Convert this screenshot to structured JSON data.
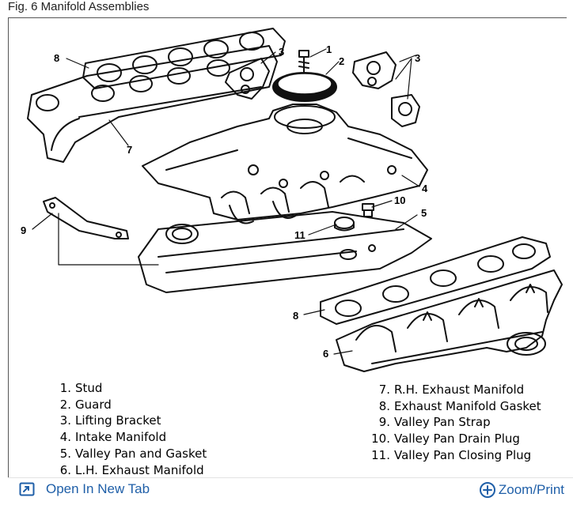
{
  "figure": {
    "title": "Fig. 6 Manifold Assemblies"
  },
  "callouts": [
    {
      "text": "1"
    },
    {
      "text": "2"
    },
    {
      "text": "3"
    },
    {
      "text": "3"
    },
    {
      "text": "8"
    },
    {
      "text": "7"
    },
    {
      "text": "4"
    },
    {
      "text": "10"
    },
    {
      "text": "5"
    },
    {
      "text": "9"
    },
    {
      "text": "11"
    },
    {
      "text": "8"
    },
    {
      "text": "6"
    }
  ],
  "legend": {
    "left": [
      {
        "num": "1.",
        "label": "Stud"
      },
      {
        "num": "2.",
        "label": "Guard"
      },
      {
        "num": "3.",
        "label": "Lifting Bracket"
      },
      {
        "num": "4.",
        "label": "Intake Manifold"
      },
      {
        "num": "5.",
        "label": "Valley Pan and Gasket"
      },
      {
        "num": "6.",
        "label": "L.H. Exhaust Manifold"
      }
    ],
    "right": [
      {
        "num": "7.",
        "label": "R.H. Exhaust Manifold"
      },
      {
        "num": "8.",
        "label": "Exhaust Manifold Gasket"
      },
      {
        "num": "9.",
        "label": "Valley Pan Strap"
      },
      {
        "num": "10.",
        "label": "Valley Pan Drain Plug"
      },
      {
        "num": "11.",
        "label": "Valley Pan Closing Plug"
      }
    ]
  },
  "toolbar": {
    "open_label": "Open In New Tab",
    "zoom_label": "Zoom/Print"
  },
  "colors": {
    "link": "#1f5fa8",
    "line": "#111111"
  },
  "icons": {
    "open": "open-new-tab-icon",
    "zoom": "zoom-plus-icon"
  }
}
